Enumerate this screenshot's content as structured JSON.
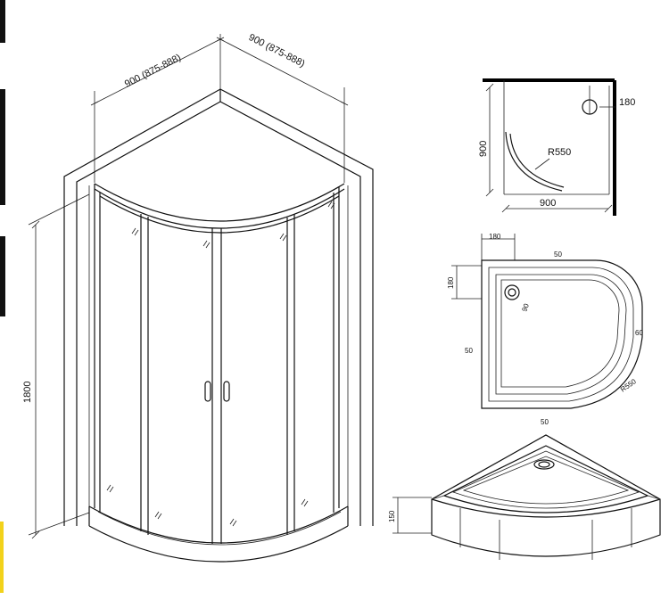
{
  "labels": {
    "width_left": "900 (875-888)",
    "width_right": "900 (875-888)",
    "height": "1800",
    "plan_radius": "R550",
    "plan_width": "900",
    "plan_depth": "900",
    "plan_offset": "180",
    "tray_offset_top": "180",
    "tray_offset_left": "180",
    "tray_rim_top": "50",
    "tray_rim_left": "50",
    "tray_rim_right": "60",
    "tray_rim_bottom": "50",
    "tray_drain": "90",
    "tray_radius": "R550",
    "tray_height": "150"
  },
  "colors": {
    "line": "#111111",
    "accent": "#f2d21b"
  }
}
